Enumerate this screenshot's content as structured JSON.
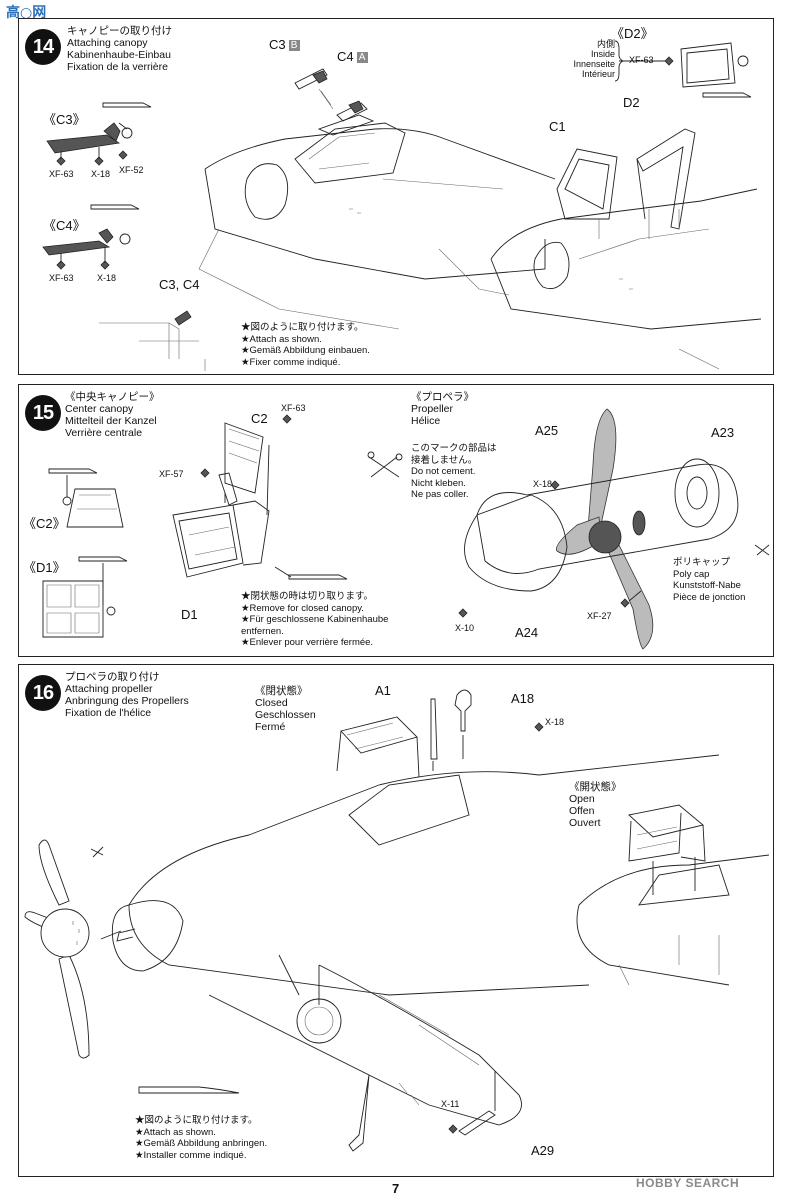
{
  "watermark_top": "高○网",
  "watermark_bottom": "HOBBY SEARCH",
  "page_number": "7",
  "step14": {
    "number": "14",
    "title": [
      "キャノピーの取り付け",
      "Attaching canopy",
      "Kabinenhaube-Einbau",
      "Fixation de la verrière"
    ],
    "parts": {
      "c3": "C3",
      "c3_badge": "B",
      "c4": "C4",
      "c4_badge": "A",
      "c3c4": "C3, C4",
      "c1": "C1",
      "d2": "D2"
    },
    "sub_c3": "《C3》",
    "sub_c4": "《C4》",
    "sub_d2": "《D2》",
    "paints_c3": [
      "XF-63",
      "X-18",
      "XF-52"
    ],
    "paints_c4": [
      "XF-63",
      "X-18"
    ],
    "d2_inside": [
      "内側",
      "Inside",
      "Innenseite",
      "Intérieur"
    ],
    "d2_paint": "XF-63",
    "note": [
      "★図のように取り付けます。",
      "★Attach as shown.",
      "★Gemäß Abbildung einbauen.",
      "★Fixer comme indiqué."
    ]
  },
  "step15": {
    "number": "15",
    "title": [
      "《中央キャノピー》",
      "Center canopy",
      "Mittelteil der Kanzel",
      "Verrière centrale"
    ],
    "parts": {
      "c2": "C2",
      "d1": "D1",
      "a25": "A25",
      "a23": "A23",
      "a24": "A24"
    },
    "sub_c2": "《C2》",
    "sub_d1": "《D1》",
    "paints": {
      "c2_top": "XF-63",
      "c2_left": "XF-57",
      "x18": "X-18",
      "x10": "X-10",
      "xf27": "XF-27"
    },
    "propeller_title": [
      "《プロペラ》",
      "Propeller",
      "Hélice"
    ],
    "no_cement": [
      "このマークの部品は",
      "接着しません。",
      "Do not cement.",
      "Nicht kleben.",
      "Ne pas coller."
    ],
    "poly_cap": [
      "ポリキャップ",
      "Poly cap",
      "Kunststoff-Nabe",
      "Pièce de jonction"
    ],
    "note": [
      "★閉状態の時は切り取ります。",
      "★Remove for closed canopy.",
      "★Für geschlossene Kabinenhaube",
      "entfernen.",
      "★Enlever pour verrière fermée."
    ]
  },
  "step16": {
    "number": "16",
    "title": [
      "プロペラの取り付け",
      "Attaching propeller",
      "Anbringung des Propellers",
      "Fixation de l'hélice"
    ],
    "closed": [
      "《閉状態》",
      "Closed",
      "Geschlossen",
      "Fermé"
    ],
    "open": [
      "《開状態》",
      "Open",
      "Offen",
      "Ouvert"
    ],
    "parts": {
      "a1": "A1",
      "a18": "A18",
      "a29": "A29"
    },
    "paints": {
      "x18": "X-18",
      "x11": "X-11"
    },
    "note": [
      "★図のように取り付けます。",
      "★Attach as shown.",
      "★Gemäß Abbildung anbringen.",
      "★Installer comme indiqué."
    ]
  }
}
